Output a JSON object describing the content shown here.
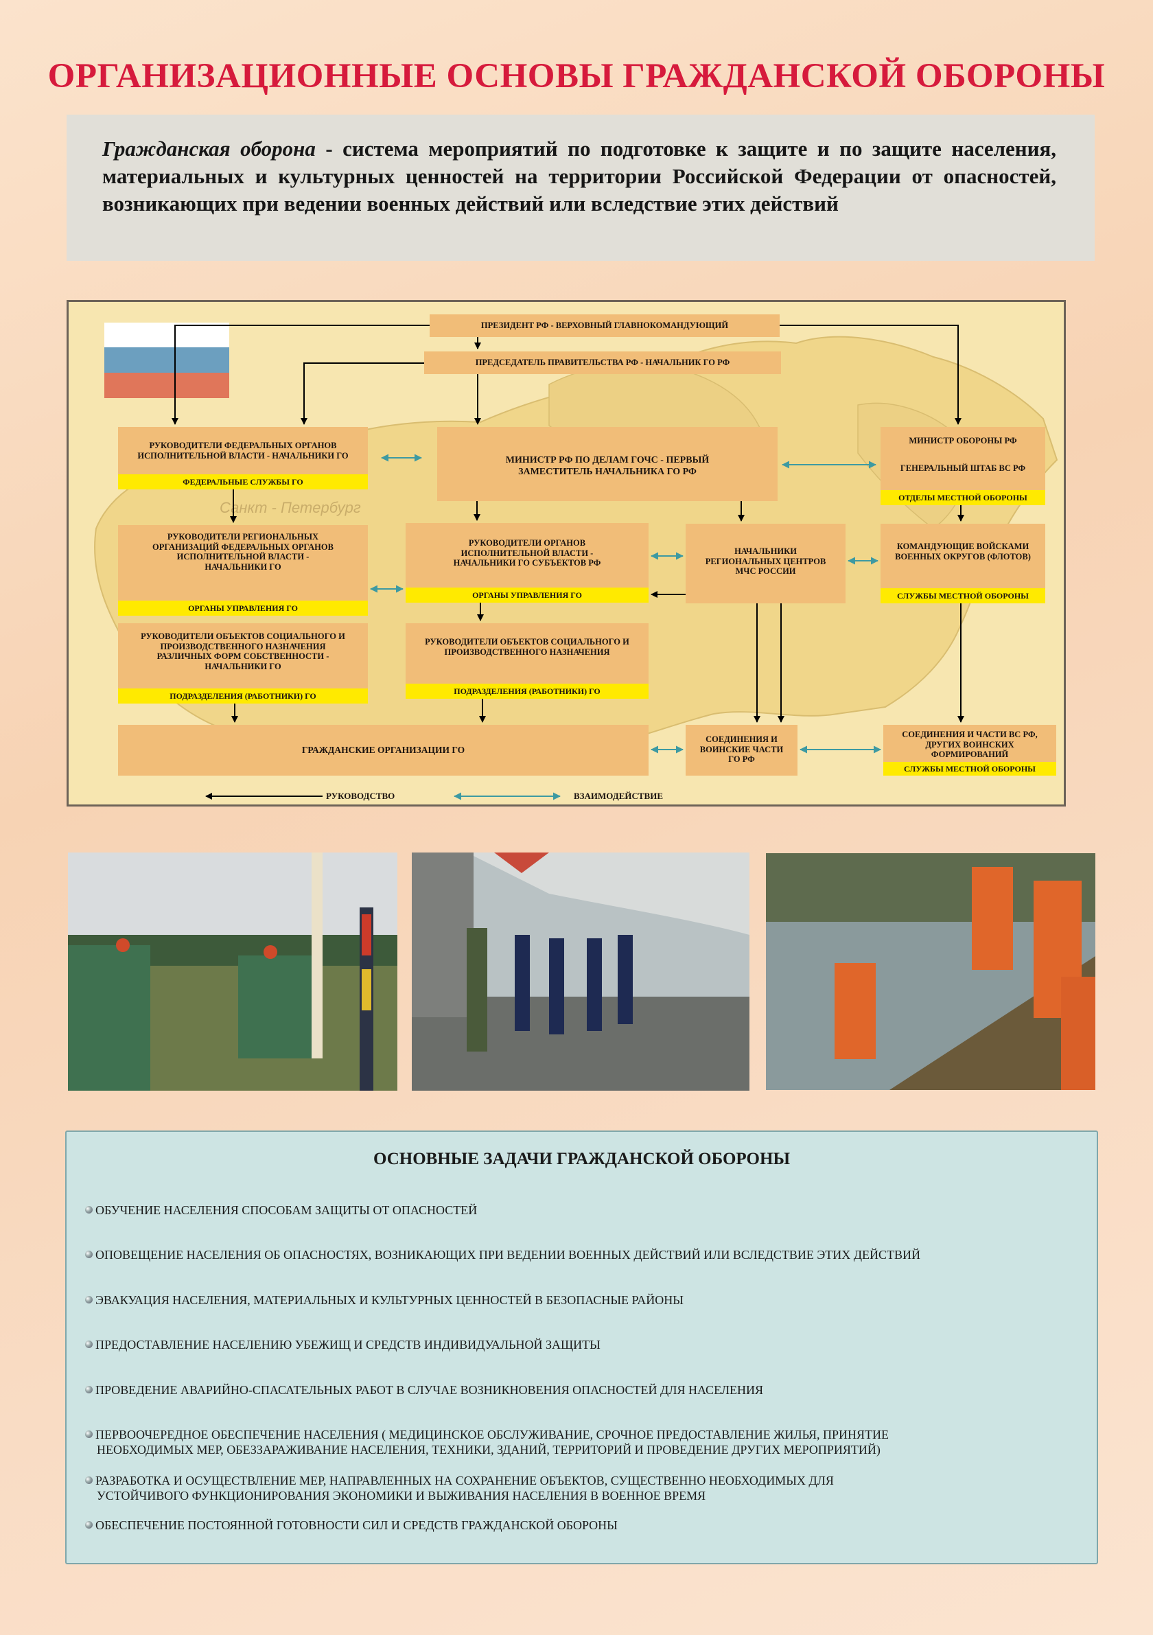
{
  "title": "ОРГАНИЗАЦИОННЫЕ ОСНОВЫ ГРАЖДАНСКОЙ ОБОРОНЫ",
  "definition": {
    "term": "Гражданская оборона",
    "text": " - система мероприятий по подготовке к защите и по защите населения, материальных и культурных ценностей на территории Российской Федерации от опасностей, возникающих при ведении военных действий или вследствие этих действий"
  },
  "diagram": {
    "map_labels": {
      "city": "Санкт - Петербург"
    },
    "boxes": {
      "president": "ПРЕЗИДЕНТ РФ - ВЕРХОВНЫЙ ГЛАВНОКОМАНДУЮЩИЙ",
      "chairman": "ПРЕДСЕДАТЕЛЬ ПРАВИТЕЛЬСТВА РФ - НАЧАЛЬНИК ГО РФ",
      "federal_heads": "РУКОВОДИТЕЛИ ФЕДЕРАЛЬНЫХ ОРГАНОВ ИСПОЛНИТЕЛЬНОЙ ВЛАСТИ - НАЧАЛЬНИКИ ГО",
      "federal_heads_bar": "ФЕДЕРАЛЬНЫЕ СЛУЖБЫ ГО",
      "mchs_minister": "МИНИСТР РФ ПО ДЕЛАМ ГОЧС - ПЕРВЫЙ ЗАМЕСТИТЕЛЬ НАЧАЛЬНИКА ГО РФ",
      "defense_minister": "МИНИСТР ОБОРОНЫ РФ",
      "general_staff": "ГЕНЕРАЛЬНЫЙ ШТАБ ВС РФ",
      "defense_bar": "ОТДЕЛЫ МЕСТНОЙ ОБОРОНЫ",
      "regional_orgs": "РУКОВОДИТЕЛИ РЕГИОНАЛЬНЫХ ОРГАНИЗАЦИЙ ФЕДЕРАЛЬНЫХ ОРГАНОВ ИСПОЛНИТЕЛЬНОЙ ВЛАСТИ - НАЧАЛЬНИКИ ГО",
      "regional_orgs_bar": "ОРГАНЫ УПРАВЛЕНИЯ ГО",
      "subjects_heads": "РУКОВОДИТЕЛИ ОРГАНОВ ИСПОЛНИТЕЛЬНОЙ ВЛАСТИ - НАЧАЛЬНИКИ ГО СУБЪЕКТОВ РФ",
      "subjects_heads_bar": "ОРГАНЫ УПРАВЛЕНИЯ ГО",
      "regional_centers": "НАЧАЛЬНИКИ РЕГИОНАЛЬНЫХ ЦЕНТРОВ МЧС РОССИИ",
      "commanders": "КОМАНДУЮЩИЕ ВОЙСКАМИ ВОЕННЫХ ОКРУГОВ (ФЛОТОВ)",
      "commanders_bar": "СЛУЖБЫ МЕСТНОЙ ОБОРОНЫ",
      "objects_left": "РУКОВОДИТЕЛИ ОБЪЕКТОВ СОЦИАЛЬНОГО И ПРОИЗВОДСТВЕННОГО НАЗНАЧЕНИЯ РАЗЛИЧНЫХ ФОРМ СОБСТВЕННОСТИ - НАЧАЛЬНИКИ ГО",
      "objects_left_bar": "ПОДРАЗДЕЛЕНИЯ (РАБОТНИКИ) ГО",
      "objects_mid": "РУКОВОДИТЕЛИ ОБЪЕКТОВ СОЦИАЛЬНОГО И ПРОИЗВОДСТВЕННОГО НАЗНАЧЕНИЯ",
      "objects_mid_bar": "ПОДРАЗДЕЛЕНИЯ (РАБОТНИКИ) ГО",
      "civil_orgs": "ГРАЖДАНСКИЕ ОРГАНИЗАЦИИ ГО",
      "go_units": "СОЕДИНЕНИЯ И ВОИНСКИЕ ЧАСТИ ГО РФ",
      "army_units": "СОЕДИНЕНИЯ И ЧАСТИ ВС РФ, ДРУГИХ ВОИНСКИХ ФОРМИРОВАНИЙ",
      "army_units_bar": "СЛУЖБЫ МЕСТНОЙ ОБОРОНЫ"
    },
    "legend": {
      "management": "РУКОВОДСТВО",
      "interaction": "ВЗАИМОДЕЙСТВИЕ"
    },
    "colors": {
      "box": "#f1bd78",
      "bar": "#ffea00",
      "management_arrow": "#000000",
      "interaction_arrow": "#3d9aa2"
    }
  },
  "photos": [
    {
      "icon": "training-obstacle-course-photo"
    },
    {
      "icon": "aircraft-unloading-photo"
    },
    {
      "icon": "rescuers-digging-photo"
    }
  ],
  "tasks": {
    "title": "ОСНОВНЫЕ ЗАДАЧИ ГРАЖДАНСКОЙ ОБОРОНЫ",
    "items": [
      "ОБУЧЕНИЕ НАСЕЛЕНИЯ СПОСОБАМ ЗАЩИТЫ ОТ ОПАСНОСТЕЙ",
      "ОПОВЕЩЕНИЕ НАСЕЛЕНИЯ ОБ ОПАСНОСТЯХ, ВОЗНИКАЮЩИХ ПРИ ВЕДЕНИИ ВОЕННЫХ ДЕЙСТВИЙ ИЛИ ВСЛЕДСТВИЕ ЭТИХ ДЕЙСТВИЙ",
      "ЭВАКУАЦИЯ НАСЕЛЕНИЯ, МАТЕРИАЛЬНЫХ И КУЛЬТУРНЫХ ЦЕННОСТЕЙ В БЕЗОПАСНЫЕ РАЙОНЫ",
      "ПРЕДОСТАВЛЕНИЕ НАСЕЛЕНИЮ УБЕЖИЩ И СРЕДСТВ ИНДИВИДУАЛЬНОЙ ЗАЩИТЫ",
      "ПРОВЕДЕНИЕ АВАРИЙНО-СПАСАТЕЛЬНЫХ РАБОТ В СЛУЧАЕ ВОЗНИКНОВЕНИЯ ОПАСНОСТЕЙ ДЛЯ НАСЕЛЕНИЯ",
      "ПЕРВООЧЕРЕДНОЕ ОБЕСПЕЧЕНИЕ НАСЕЛЕНИЯ ( МЕДИЦИНСКОЕ ОБСЛУЖИВАНИЕ, СРОЧНОЕ ПРЕДОСТАВЛЕНИЕ ЖИЛЬЯ, ПРИНЯТИЕ",
      "НЕОБХОДИМЫХ МЕР, ОБЕЗЗАРАЖИВАНИЕ НАСЕЛЕНИЯ, ТЕХНИКИ, ЗДАНИЙ, ТЕРРИТОРИЙ И ПРОВЕДЕНИЕ ДРУГИХ МЕРОПРИЯТИЙ)",
      "РАЗРАБОТКА И ОСУЩЕСТВЛЕНИЕ МЕР, НАПРАВЛЕННЫХ НА СОХРАНЕНИЕ ОБЪЕКТОВ, СУЩЕСТВЕННО НЕОБХОДИМЫХ ДЛЯ",
      "УСТОЙЧИВОГО ФУНКЦИОНИРОВАНИЯ ЭКОНОМИКИ И ВЫЖИВАНИЯ НАСЕЛЕНИЯ В ВОЕННОЕ ВРЕМЯ",
      "ОБЕСПЕЧЕНИЕ ПОСТОЯННОЙ ГОТОВНОСТИ СИЛ И СРЕДСТВ ГРАЖДАНСКОЙ ОБОРОНЫ"
    ]
  }
}
